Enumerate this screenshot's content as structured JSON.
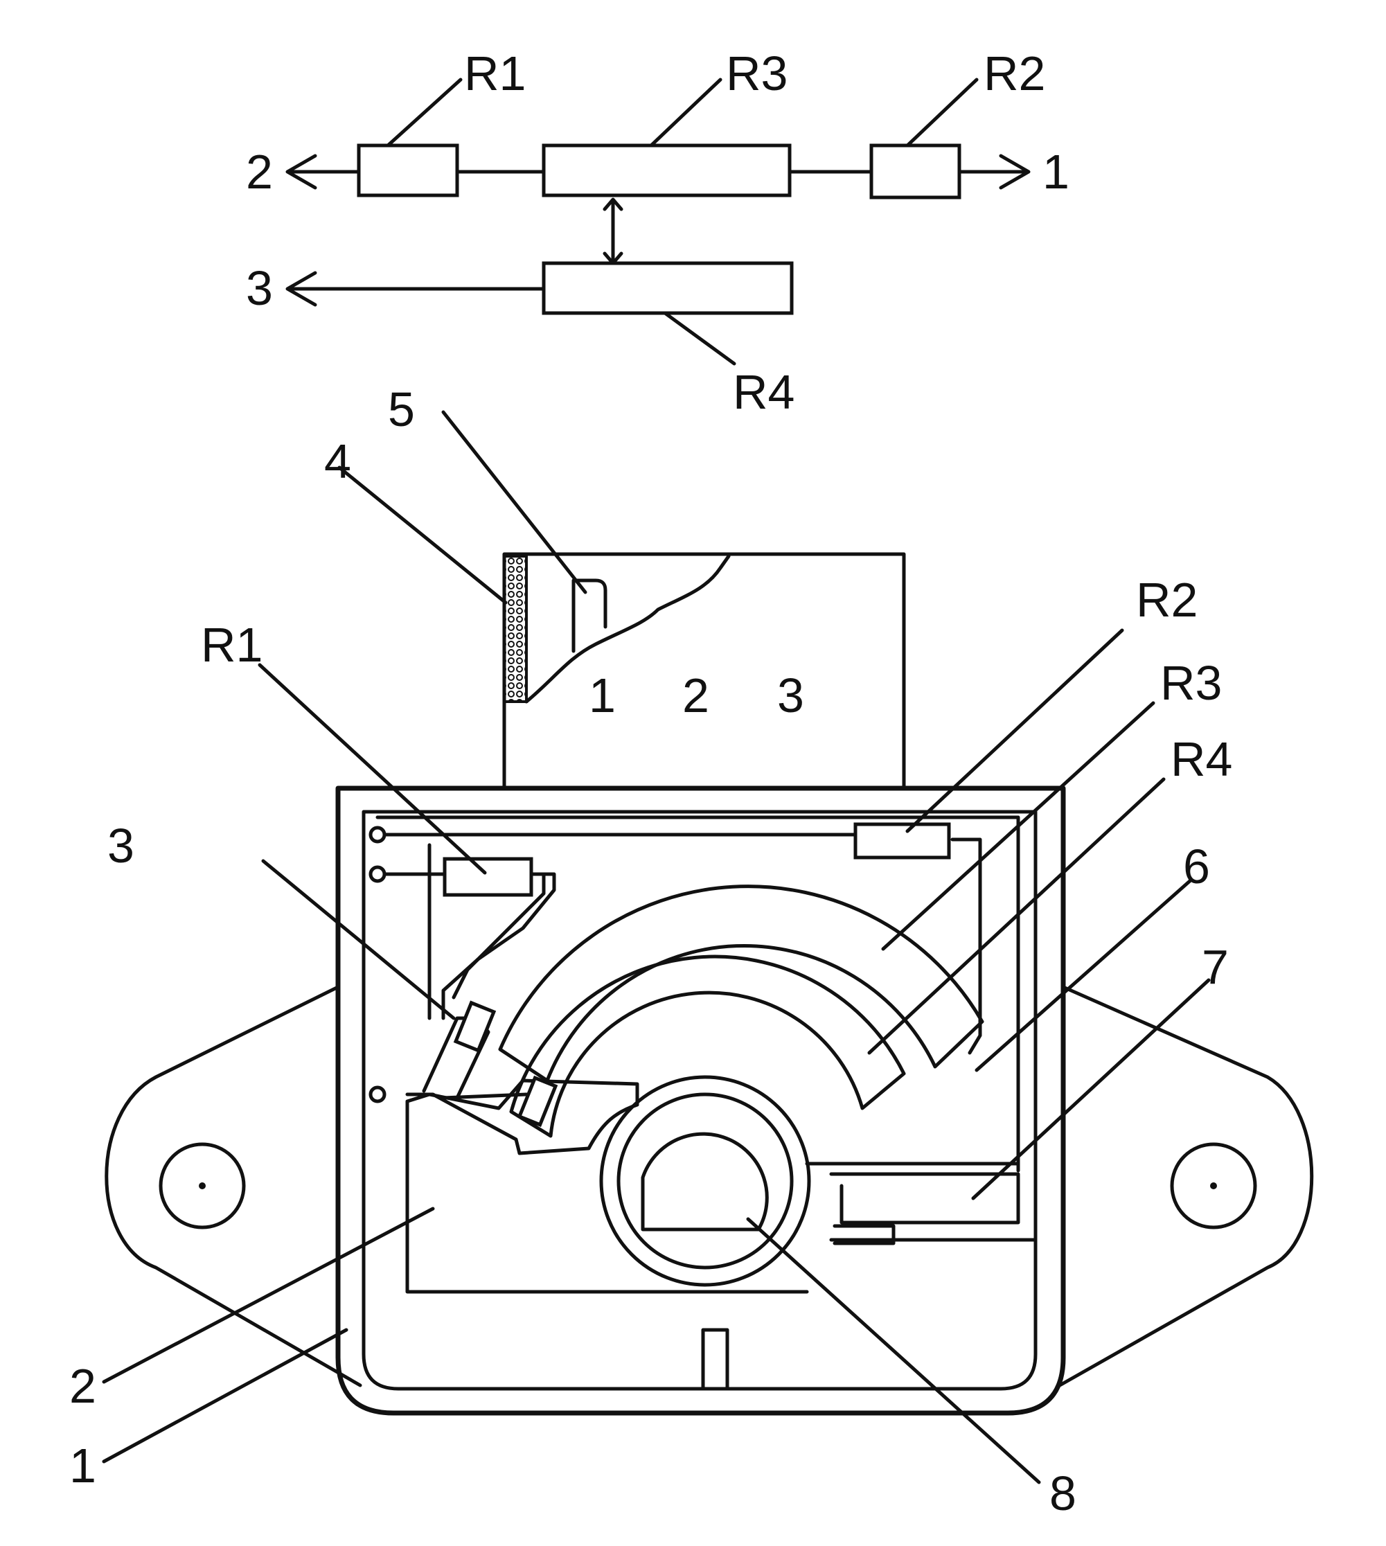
{
  "schematic": {
    "resistor_labels": {
      "r1": "R1",
      "r2": "R2",
      "r3": "R3",
      "r4": "R4"
    },
    "terminal_labels": {
      "left_top": "2",
      "right_top": "1",
      "left_bottom": "3"
    }
  },
  "sensor": {
    "connector_pins": [
      "1",
      "2",
      "3"
    ],
    "callouts": {
      "c1": "1",
      "c2": "2",
      "c3": "3",
      "c4": "4",
      "c5": "5",
      "c6": "6",
      "c7": "7",
      "c8": "8",
      "r1": "R1",
      "r2": "R2",
      "r3": "R3",
      "r4": "R4"
    }
  }
}
